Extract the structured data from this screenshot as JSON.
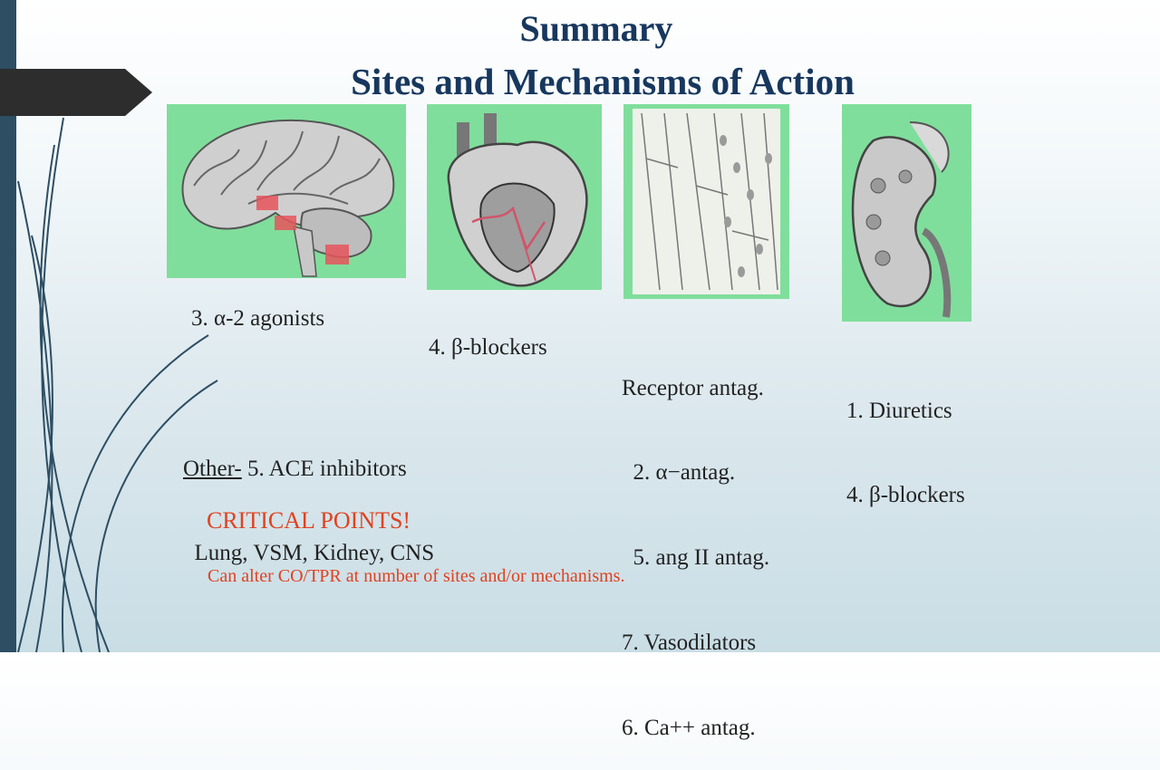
{
  "slide": {
    "title_line1": "Summary",
    "title_line2": "Sites and Mechanisms of Action",
    "brain_label": "3. α-2 agonists",
    "heart_label": "4. β-blockers",
    "vessel_label": {
      "heading": "Receptor antag.",
      "lines": [
        "  2. α−antag.",
        "  5. ang II antag.",
        "7. Vasodilators",
        "6. Ca++ antag."
      ]
    },
    "kidney_label": {
      "lines": [
        "1. Diuretics",
        "4. β-blockers"
      ]
    },
    "other": {
      "prefix": "Other-",
      "text": " 5. ACE inhibitors",
      "sites": "  Lung, VSM, Kidney, CNS"
    },
    "critical_points": "CRITICAL POINTS!",
    "note": "Can alter CO/TPR at number of sites and/or mechanisms."
  },
  "colors": {
    "title": "#17375e",
    "image_background": "#80de9c",
    "accent_red": "#e0421f",
    "left_bar": "#2d4e63"
  }
}
